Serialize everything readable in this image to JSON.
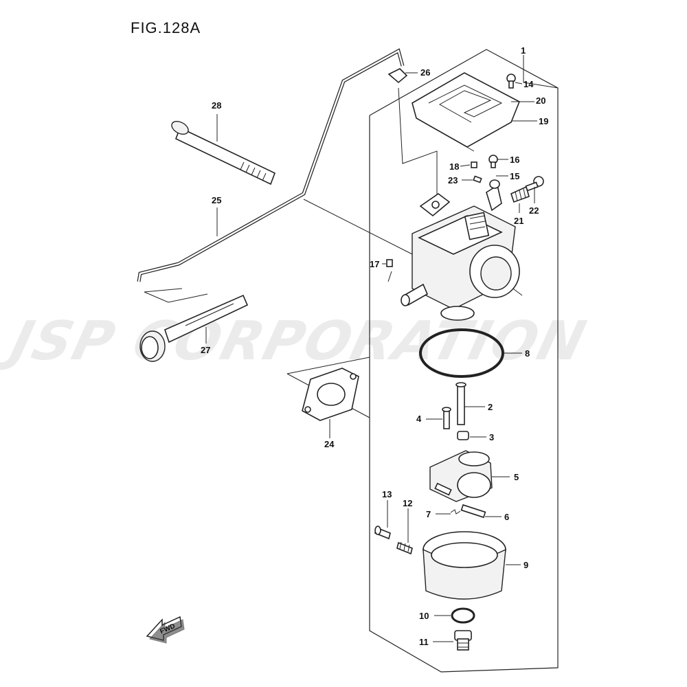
{
  "figure": {
    "title": "FIG.128A"
  },
  "watermark": {
    "text": "JSP CORPORATION",
    "color": "#ebebeb"
  },
  "direction_marker": {
    "label": "FWD",
    "icon": "arrow-left-icon"
  },
  "callouts": [
    "1",
    "2",
    "3",
    "4",
    "5",
    "6",
    "7",
    "8",
    "9",
    "10",
    "11",
    "12",
    "13",
    "14",
    "15",
    "16",
    "17",
    "18",
    "19",
    "20",
    "21",
    "22",
    "23",
    "24",
    "25",
    "26",
    "27",
    "28"
  ]
}
